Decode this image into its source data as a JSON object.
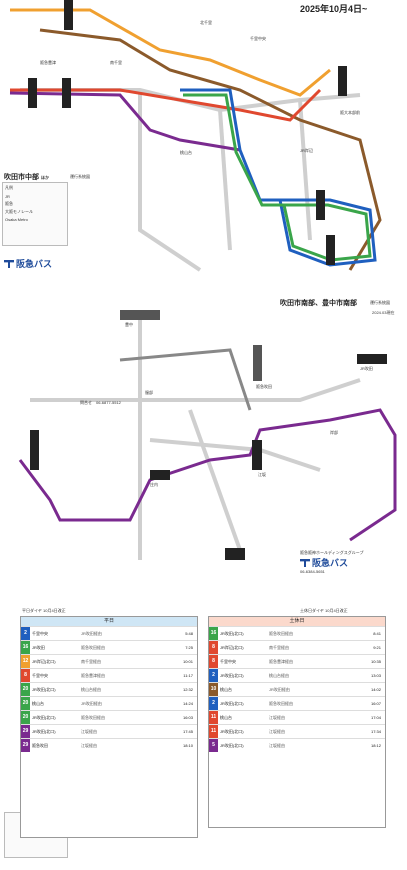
{
  "header": {
    "date": "2025年10月4日~"
  },
  "map_north": {
    "title": "吹田市中部",
    "title_suffix": "ほか",
    "subtitle": "運行系統図",
    "brand": "阪急バス",
    "legend_items": [
      "凡例",
      "JR",
      "阪急",
      "大阪モノレール",
      "Osaka Metro"
    ],
    "labels": [
      "阪急豊津",
      "JR岸辺",
      "桃山台",
      "千里中央",
      "南千里",
      "北千里",
      "阪大本部前"
    ]
  },
  "map_south": {
    "title": "吹田市南部、豊中市南部",
    "subtitle": "運行系統図",
    "date_note": "2024.03現在",
    "phone_label": "問合せ",
    "phone": "06-6877-5512",
    "labels": [
      "JR吹田",
      "阪急吹田",
      "江坂",
      "庄内",
      "服部",
      "豊中",
      "岸部"
    ],
    "brand_sub": "阪急阪神ホールディングスグループ",
    "brand": "阪急バス",
    "brand_phone": "06-6384-5651"
  },
  "timetable": {
    "left_header_note": "平日ダイヤ  10月4日改正",
    "right_header_note": "土休日ダイヤ  10月4日改正",
    "left_title": "平日",
    "right_title": "土休日",
    "left_rows": [
      {
        "code": "2",
        "color": "#1f5fbf",
        "dest": "千里中央",
        "note": "JR吹田経由",
        "time": "5:48"
      },
      {
        "code": "16",
        "color": "#3aa54a",
        "dest": "JR吹田",
        "note": "阪急吹田経由",
        "time": "7:25"
      },
      {
        "code": "12",
        "color": "#f0a030",
        "dest": "JR岸辺(北口)",
        "note": "南千里経由",
        "time": "10:01"
      },
      {
        "code": "8",
        "color": "#e0482f",
        "dest": "千里中央",
        "note": "阪急豊津経由",
        "time": "11:17"
      },
      {
        "code": "20",
        "color": "#3aa54a",
        "dest": "JR吹田(北口)",
        "note": "桃山台経由",
        "time": "12:32"
      },
      {
        "code": "20",
        "color": "#3aa54a",
        "dest": "桃山台",
        "note": "JR吹田経由",
        "time": "14:24"
      },
      {
        "code": "20",
        "color": "#3aa54a",
        "dest": "JR吹田(北口)",
        "note": "阪急吹田経由",
        "time": "16:03"
      },
      {
        "code": "29",
        "color": "#7a2a8f",
        "dest": "JR吹田(北口)",
        "note": "江坂経由",
        "time": "17:45"
      },
      {
        "code": "29",
        "color": "#7a2a8f",
        "dest": "阪急吹田",
        "note": "江坂経由",
        "time": "18:10"
      }
    ],
    "right_rows": [
      {
        "code": "16",
        "color": "#3aa54a",
        "dest": "JR吹田(北口)",
        "note": "阪急吹田経由",
        "time": "8:41"
      },
      {
        "code": "8",
        "color": "#e0482f",
        "dest": "JR岸辺(北口)",
        "note": "南千里経由",
        "time": "9:21"
      },
      {
        "code": "8",
        "color": "#e0482f",
        "dest": "千里中央",
        "note": "阪急豊津経由",
        "time": "10:35"
      },
      {
        "code": "2",
        "color": "#1f5fbf",
        "dest": "JR吹田(北口)",
        "note": "桃山台経由",
        "time": "13:03"
      },
      {
        "code": "10",
        "color": "#8b5a2b",
        "dest": "桃山台",
        "note": "JR吹田経由",
        "time": "14:02"
      },
      {
        "code": "2",
        "color": "#1f5fbf",
        "dest": "JR吹田(北口)",
        "note": "阪急吹田経由",
        "time": "16:07"
      },
      {
        "code": "11",
        "color": "#e0482f",
        "dest": "桃山台",
        "note": "江坂経由",
        "time": "17:04"
      },
      {
        "code": "11",
        "color": "#e0482f",
        "dest": "JR吹田(北口)",
        "note": "江坂経由",
        "time": "17:34"
      },
      {
        "code": "5",
        "color": "#7a2a8f",
        "dest": "JR吹田(北口)",
        "note": "江坂経由",
        "time": "18:12"
      }
    ]
  }
}
